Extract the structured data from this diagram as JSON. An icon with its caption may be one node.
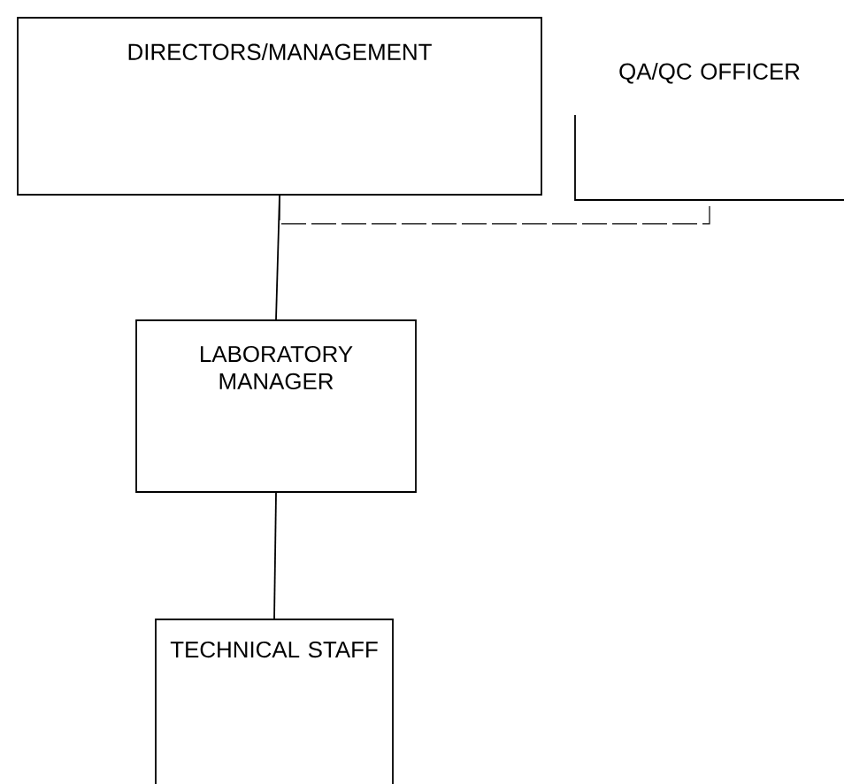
{
  "diagram": {
    "nodes": [
      {
        "text": [
          "DIRECTORS/MANAGEMENT"
        ]
      },
      {
        "text": [
          "QA/QC OFFICER"
        ]
      },
      {
        "text": [
          "LABORATORY MANAGER"
        ]
      },
      {
        "text": [
          "TECHNICAL STAFF"
        ]
      }
    ],
    "edges": [
      {
        "from": 0,
        "to": 2,
        "arrow": "none"
      },
      {
        "from": 0,
        "to": 1,
        "arrow": "none",
        "style": "dashed"
      },
      {
        "from": 2,
        "to": 3,
        "arrow": "none"
      }
    ]
  }
}
